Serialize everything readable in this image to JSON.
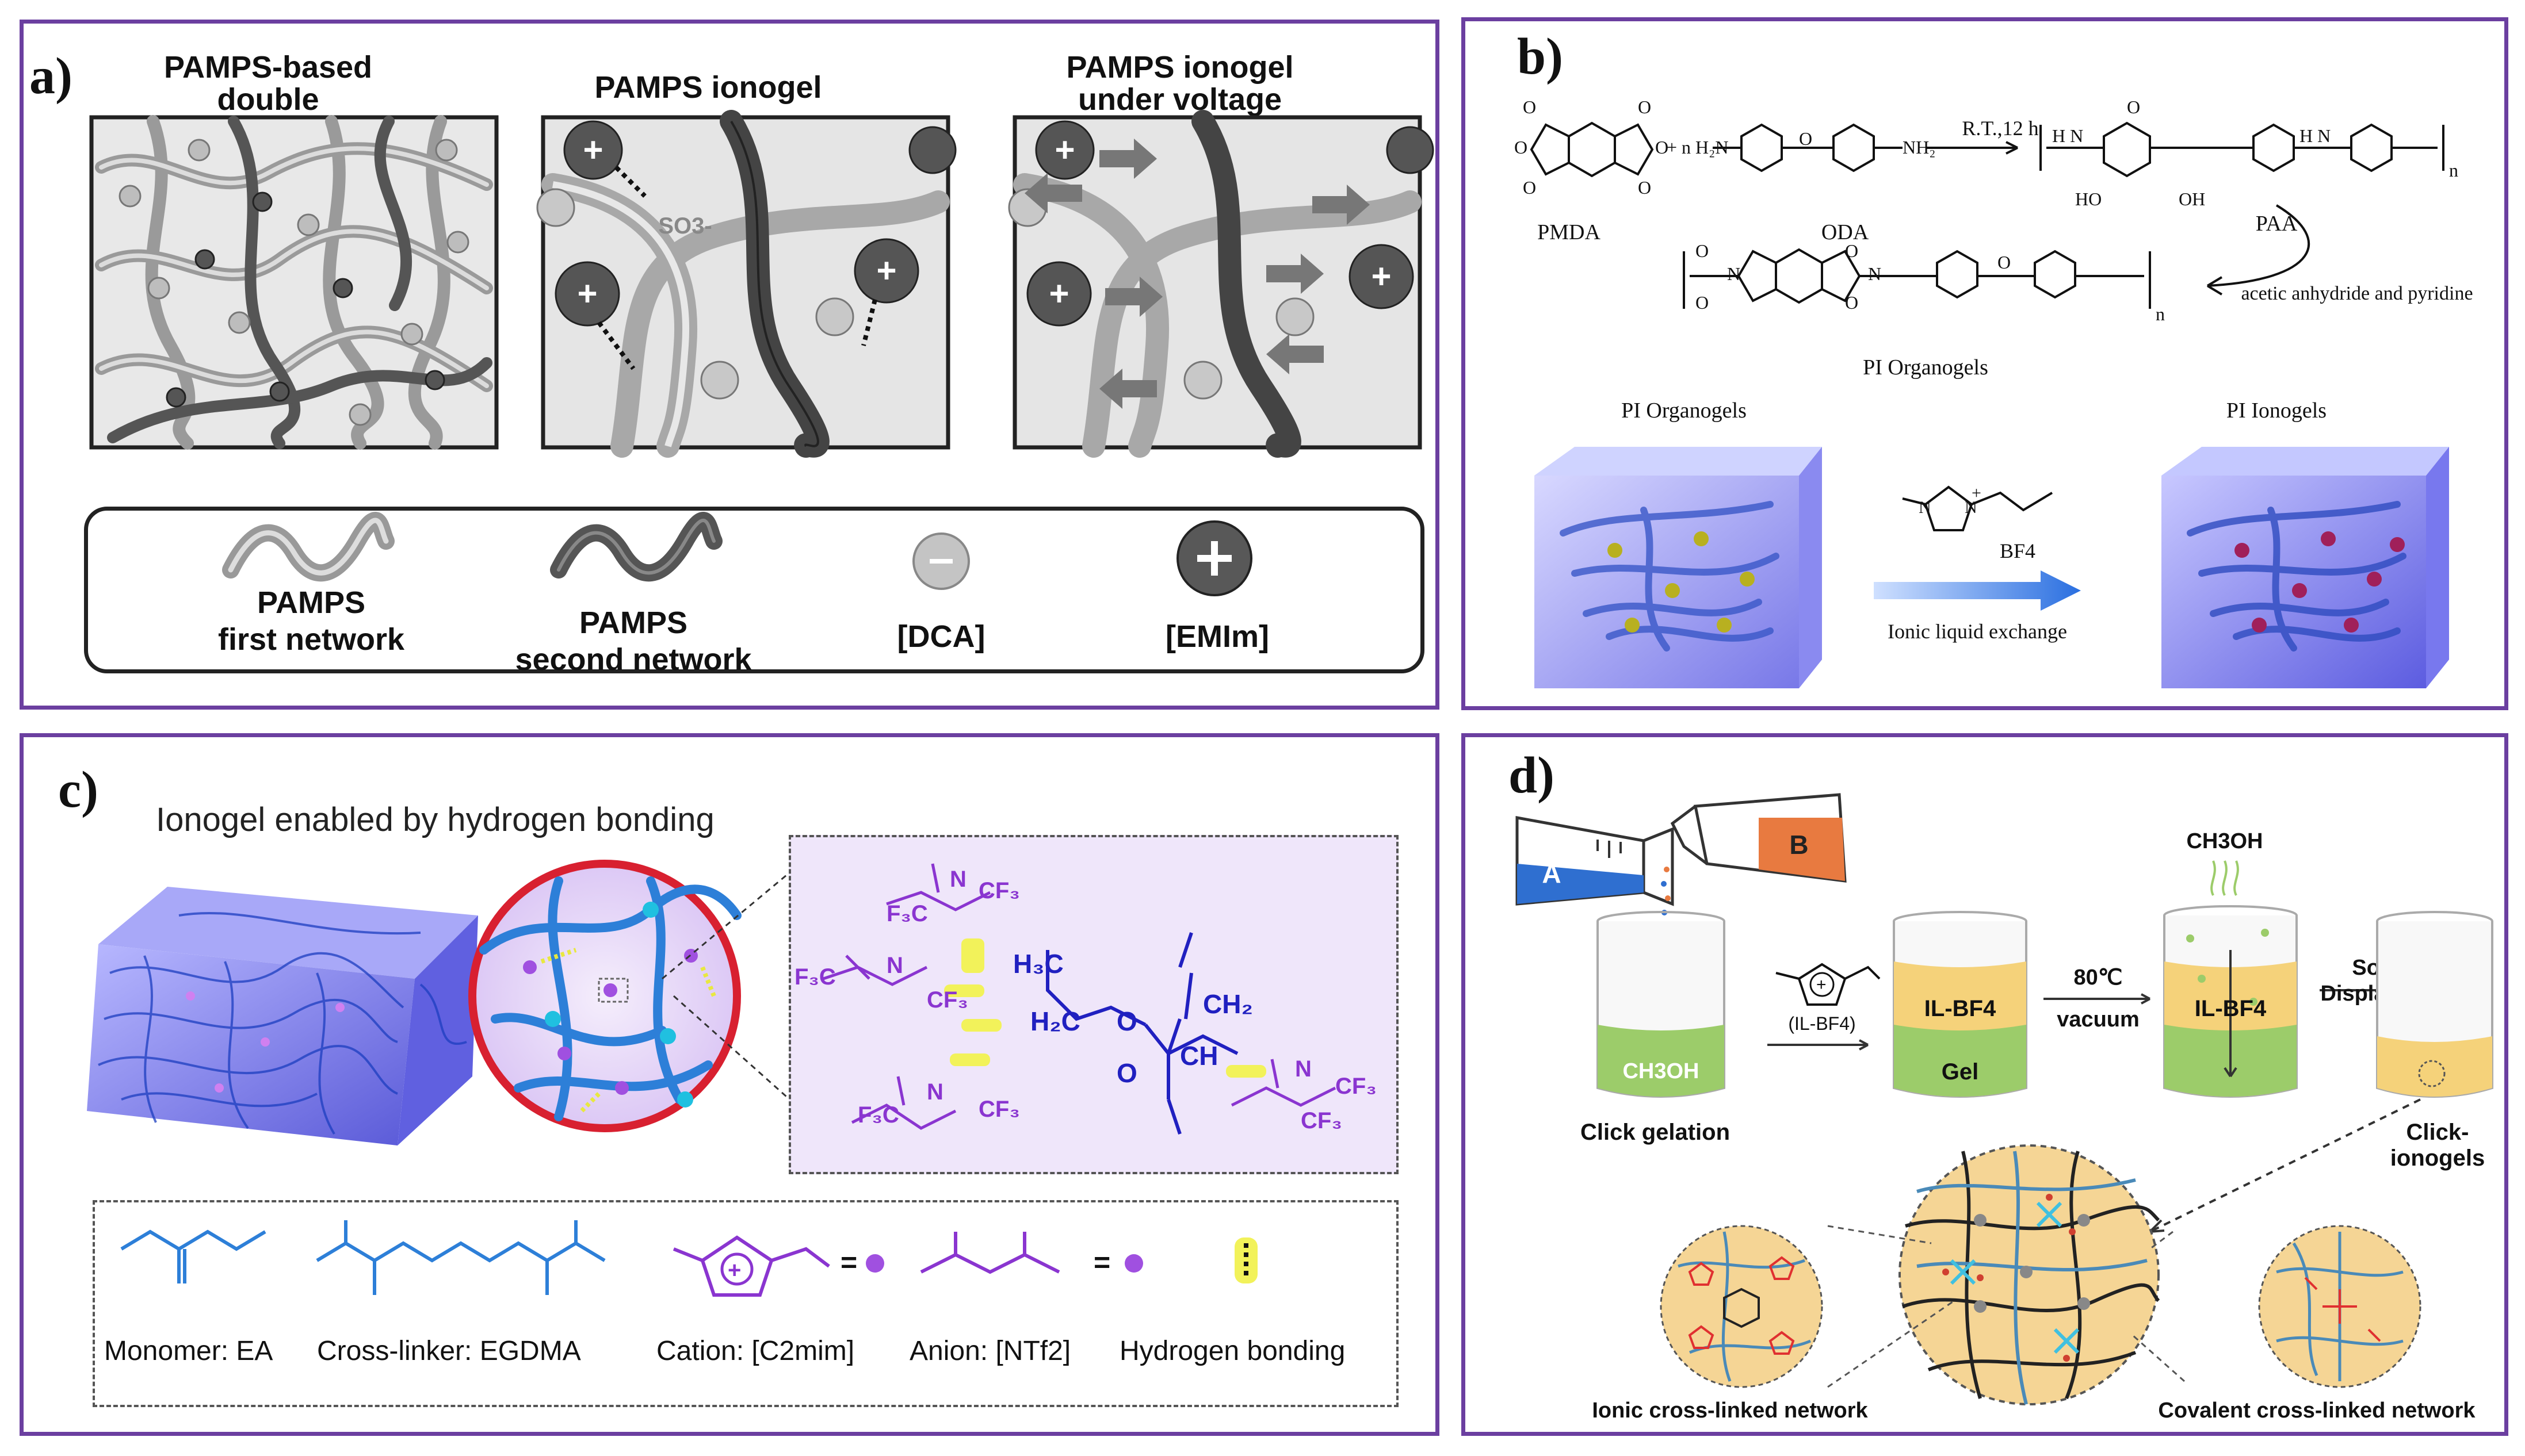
{
  "panel_a": {
    "label": "a)",
    "title_double": [
      "PAMPS-based double",
      "network"
    ],
    "title_ionogel": "PAMPS ionogel",
    "title_voltage": [
      "PAMPS ionogel",
      "under voltage"
    ],
    "so3": "SO3-",
    "legend": {
      "first_network": [
        "PAMPS",
        "first network"
      ],
      "second_network": [
        "PAMPS",
        "second network"
      ],
      "anion": "[DCA]",
      "cation": "[EMIm]"
    }
  },
  "panel_b": {
    "label": "b)",
    "pmda": "PMDA",
    "oda": "ODA",
    "reaction_condition": "R.T.,12 h",
    "paa": "PAA",
    "imidization": "acetic anhydride and pyridine",
    "pi_organogels_struct": "PI Organogels",
    "pi_organogels": "PI Organogels",
    "pi_ionogels": "PI Ionogels",
    "bf4": "BF4",
    "exchange": "Ionic liquid exchange"
  },
  "panel_c": {
    "label": "c)",
    "title": "Ionogel enabled by hydrogen bonding",
    "legend": {
      "monomer": "Monomer: EA",
      "crosslinker": "Cross-linker: EGDMA",
      "cation": "Cation: [C2mim]",
      "anion": "Anion: [NTf2]",
      "hbond": "Hydrogen bonding"
    },
    "molecule_labels": [
      "H3C",
      "H2C",
      "O",
      "CH2",
      "CH",
      "O",
      "N",
      "F3C",
      "CF3"
    ]
  },
  "panel_d": {
    "label": "d)",
    "beaker_a": "A",
    "beaker_b": "B",
    "ch3oh_bottom": "CH3OH",
    "il_bf4_reagent": "(IL-BF4)",
    "il_bf4_layer": "IL-BF4",
    "gel": "Gel",
    "ch3oh_top": "CH3OH",
    "cond_temp": "80℃",
    "cond_vac": "vacuum",
    "il_bf4_layer2": "IL-BF4",
    "solvent": "Solvent",
    "displacement": "Displacement",
    "click_gelation": "Click gelation",
    "click_ionogels": "Click-ionogels",
    "ionic_network": "Ionic cross-linked network",
    "covalent_network": "Covalent cross-linked network"
  },
  "colors": {
    "border": "#6b3fa0",
    "purple": "#8a35d0",
    "blue": "#2d7fd8",
    "hbond": "#f2f25a",
    "gel_green": "#9ccc6a",
    "gel_yellow": "#f5d27a"
  }
}
